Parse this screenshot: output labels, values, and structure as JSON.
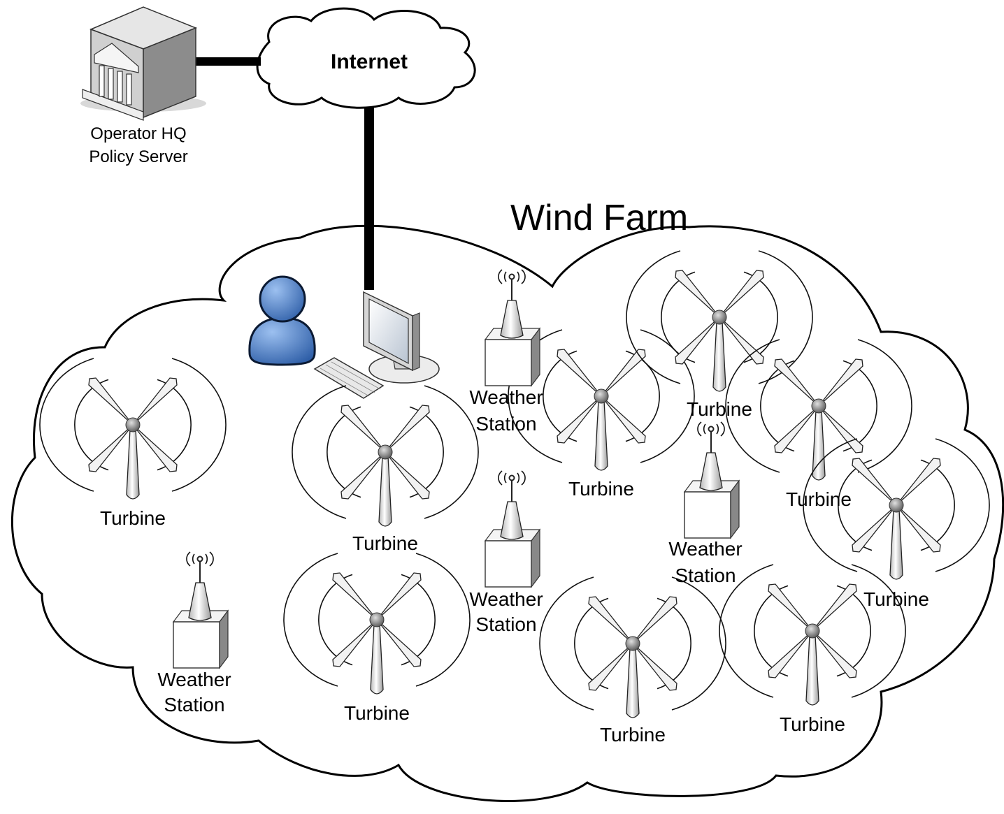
{
  "hq": {
    "line1": "Operator HQ",
    "line2": "Policy Server",
    "icon": "server-building-icon"
  },
  "internet": {
    "label": "Internet"
  },
  "wind_farm": {
    "title": "Wind Farm"
  },
  "nodes": {
    "turbine_label": "Turbine",
    "weather_line1": "Weather",
    "weather_line2": "Station"
  },
  "operator": {
    "user_icon": "user-icon",
    "workstation_icon": "computer-icon"
  },
  "colors": {
    "user": "#4a7cc9",
    "link": "#000000",
    "tower": "#e8e8e8"
  }
}
